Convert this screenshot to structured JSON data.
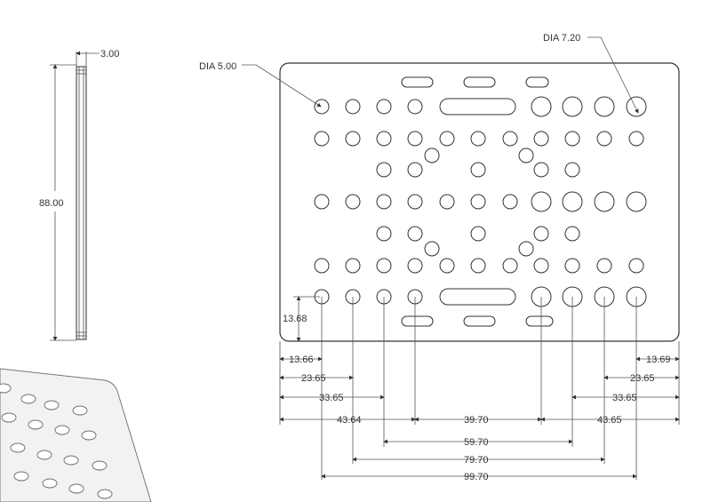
{
  "side_view": {
    "thickness": "3.00",
    "height": "88.00"
  },
  "callouts": {
    "small_hole": "DIA 5.00",
    "large_hole": "DIA 7.20"
  },
  "dimensions": {
    "edge_vertical": "13.68",
    "left_edge": "13.66",
    "right_edge": "13.69",
    "left_23": "23.65",
    "right_23": "23.65",
    "left_33": "33.65",
    "right_33": "33.65",
    "left_43": "43.64",
    "right_43": "43.65",
    "center_39": "39.70",
    "span_59": "59.70",
    "span_79": "79.70",
    "span_99": "99.70"
  }
}
